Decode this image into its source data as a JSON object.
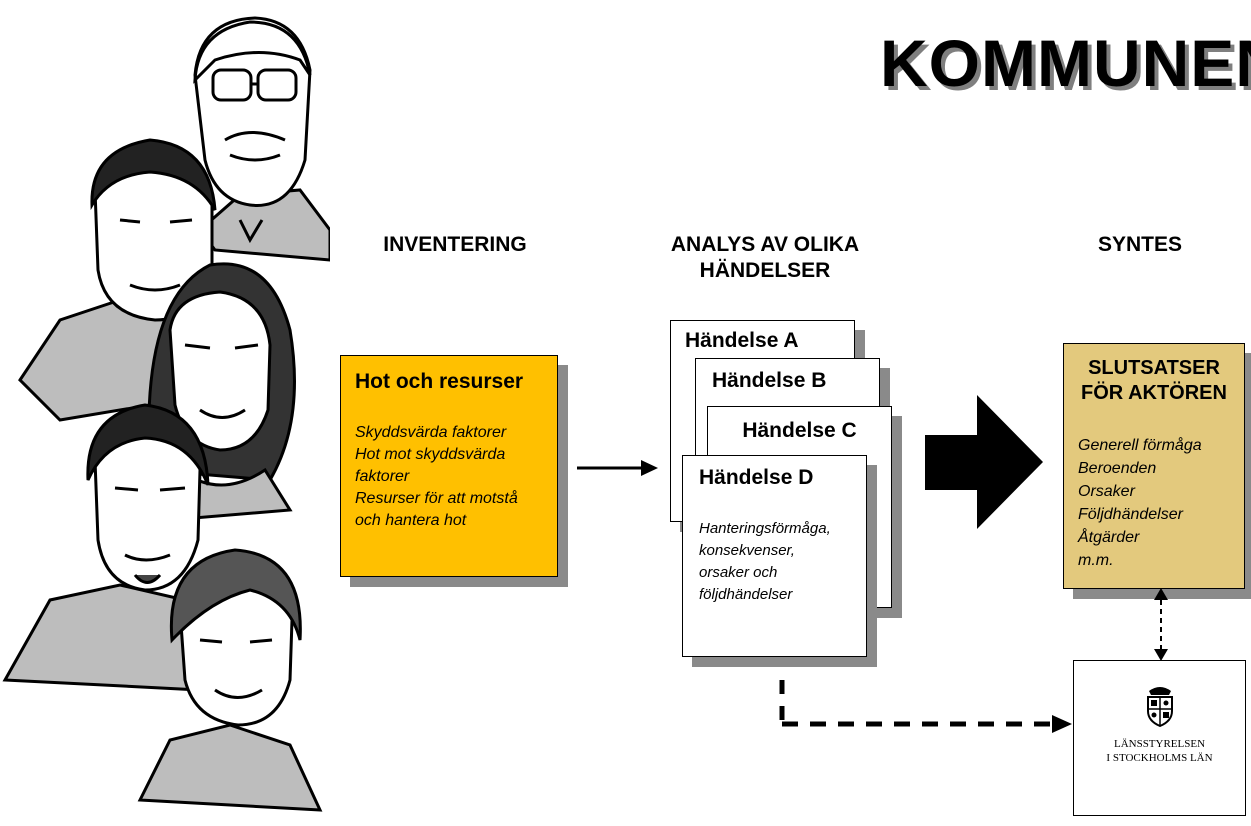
{
  "title": "KOMMUNEN",
  "headings": {
    "inventering": "INVENTERING",
    "analys_line1": "ANALYS AV OLIKA",
    "analys_line2": "HÄNDELSER",
    "syntes": "SYNTES"
  },
  "hot_box": {
    "title": "Hot och resurser",
    "items": [
      "Skyddsvärda faktorer",
      "Hot mot skyddsvärda",
      "faktorer",
      "Resurser för att motstå",
      "och hantera hot"
    ]
  },
  "cards": {
    "a": "Händelse A",
    "b": "Händelse B",
    "c": "Händelse C",
    "d": "Händelse D",
    "d_items": [
      "Hanteringsförmåga,",
      "konsekvenser,",
      "orsaker och",
      "följdhändelser"
    ]
  },
  "slutsatser": {
    "title_line1": "SLUTSATSER",
    "title_line2": "FÖR AKTÖREN",
    "items": [
      "Generell förmåga",
      "Beroenden",
      "Orsaker",
      "Följdhändelser",
      "Åtgärder",
      "m.m."
    ]
  },
  "logo": {
    "line1": "LÄNSSTYRELSEN",
    "line2": "I STOCKHOLMS LÄN"
  },
  "colors": {
    "hot_box": "#ffc000",
    "slutsatser_box": "#e3c97d",
    "shadow": "#8a8a8a"
  }
}
